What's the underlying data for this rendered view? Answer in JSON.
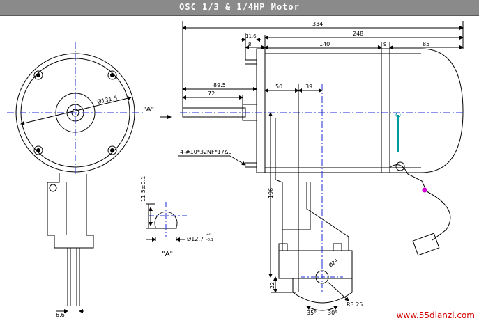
{
  "title": "OSC 1/3 & 1/4HP Motor",
  "dimensions": {
    "overall_length": "334",
    "body_length": "248",
    "d_11_6": "11.6",
    "d_8": "8",
    "d_140": "140",
    "d_9": "9",
    "d_85": "85",
    "d_89_5": "89.5",
    "d_72": "72",
    "d_50": "50",
    "d_39": "39",
    "diameter_131_5": "Ø131.5",
    "thread_note": "4-#10*32NF*17ΔL",
    "d_196": "196",
    "d_22": "22",
    "radius_r3_25": "R3.25",
    "diameter_24": "Ø24",
    "angle_35": "35°",
    "angle_30": "30°",
    "d_6_6": "6.6",
    "section_11_5": "11.5±0.1",
    "shaft_diameter": "Ø12.7",
    "shaft_tolerance_upper": "+0",
    "shaft_tolerance_lower": "-0.1"
  },
  "view_label": "\"A\"",
  "view_arrow_label": "\"A\"",
  "watermark": "www.55dianzi.com"
}
